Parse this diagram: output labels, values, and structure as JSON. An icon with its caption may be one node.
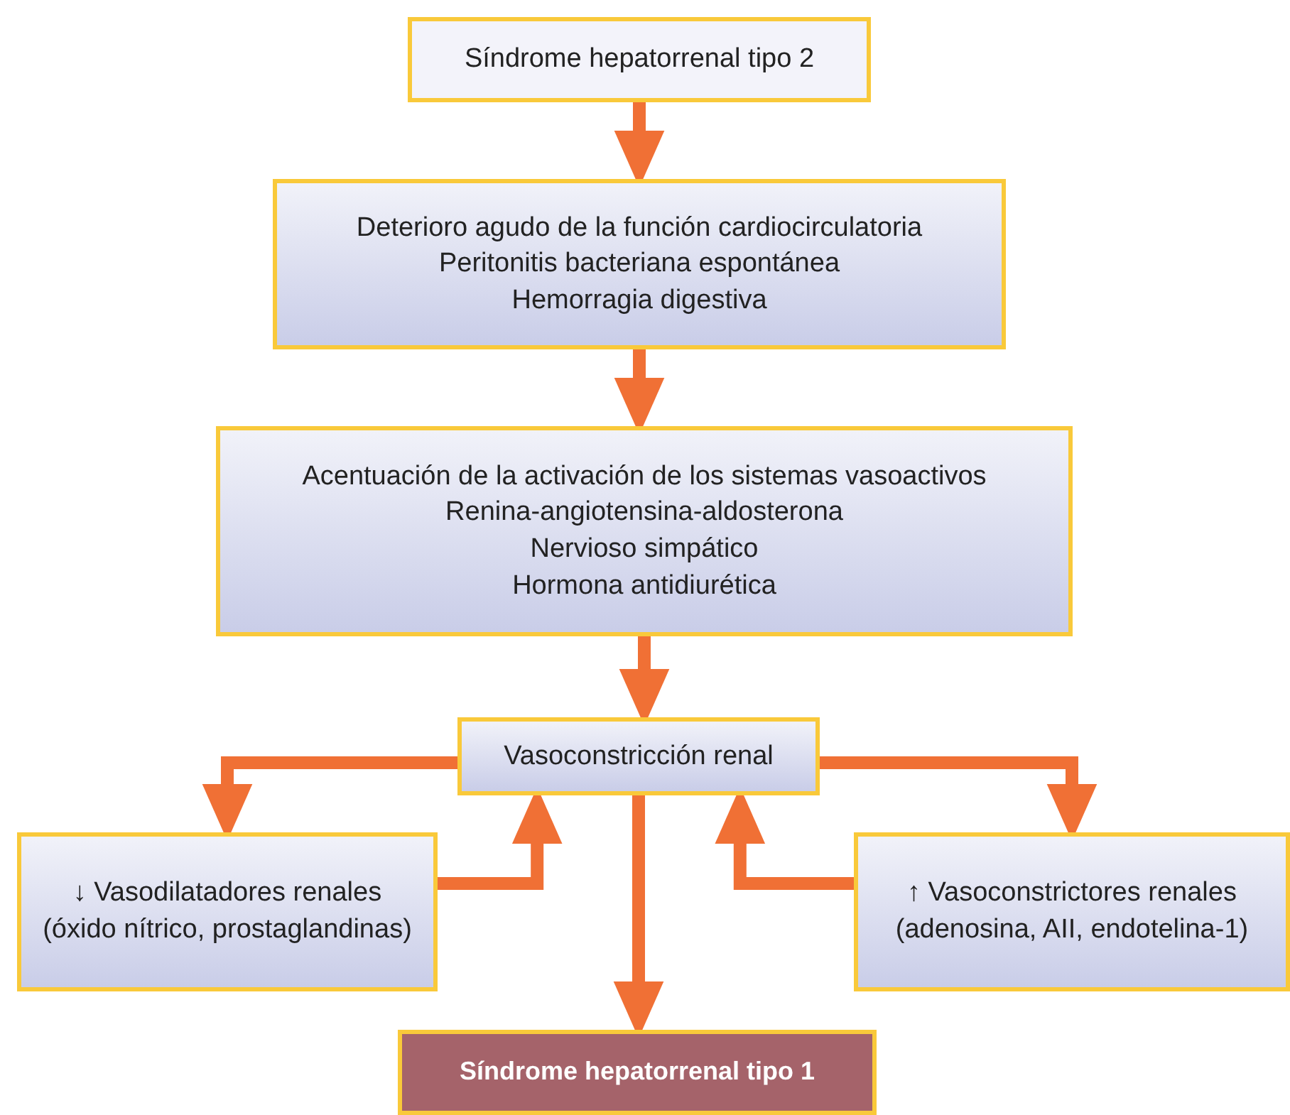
{
  "diagram": {
    "nodes": [
      {
        "text": [
          "Síndrome hepatorrenal tipo 2"
        ]
      },
      {
        "text": [
          "Deterioro agudo de la función cardiocirculatoria",
          "Peritonitis bacteriana espontánea",
          "Hemorragia digestiva"
        ]
      },
      {
        "text": [
          "Acentuación de la activación de los sistemas vasoactivos",
          "Renina-angiotensina-aldosterona",
          "Nervioso simpático",
          "Hormona antidiurética"
        ]
      },
      {
        "text": [
          "Vasoconstricción renal"
        ]
      },
      {
        "text": [
          "↓ Vasodilatadores renales (óxido nítrico, prostaglandinas)"
        ]
      },
      {
        "text": [
          "↑ Vasoconstrictores renales (adenosina, AII, endotelina-1)"
        ]
      },
      {
        "text": [
          "Síndrome hepatorrenal tipo 1"
        ]
      }
    ],
    "edges": [
      {
        "from": 0,
        "to": 1,
        "arrow": "to"
      },
      {
        "from": 1,
        "to": 2,
        "arrow": "to"
      },
      {
        "from": 2,
        "to": 3,
        "arrow": "to"
      },
      {
        "from": 3,
        "to": 4,
        "arrow": "to"
      },
      {
        "from": 4,
        "to": 3,
        "arrow": "to"
      },
      {
        "from": 3,
        "to": 5,
        "arrow": "to"
      },
      {
        "from": 5,
        "to": 3,
        "arrow": "to"
      },
      {
        "from": 3,
        "to": 6,
        "arrow": "to"
      }
    ]
  }
}
